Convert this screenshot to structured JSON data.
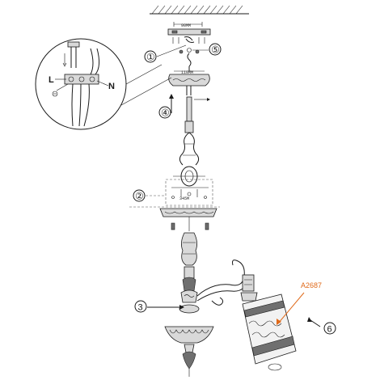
{
  "steps": [
    "①",
    "②",
    "3",
    "④",
    "⑤",
    "6"
  ],
  "wire_labels": {
    "live": "L",
    "neutral": "N"
  },
  "dimensions": {
    "bracket_width": "90MM",
    "canopy_width": "110MM",
    "plate_width": "345M"
  },
  "part_code": "A2687",
  "colors": {
    "part_code": "#e06a1a",
    "line": "#1a1a1a"
  }
}
